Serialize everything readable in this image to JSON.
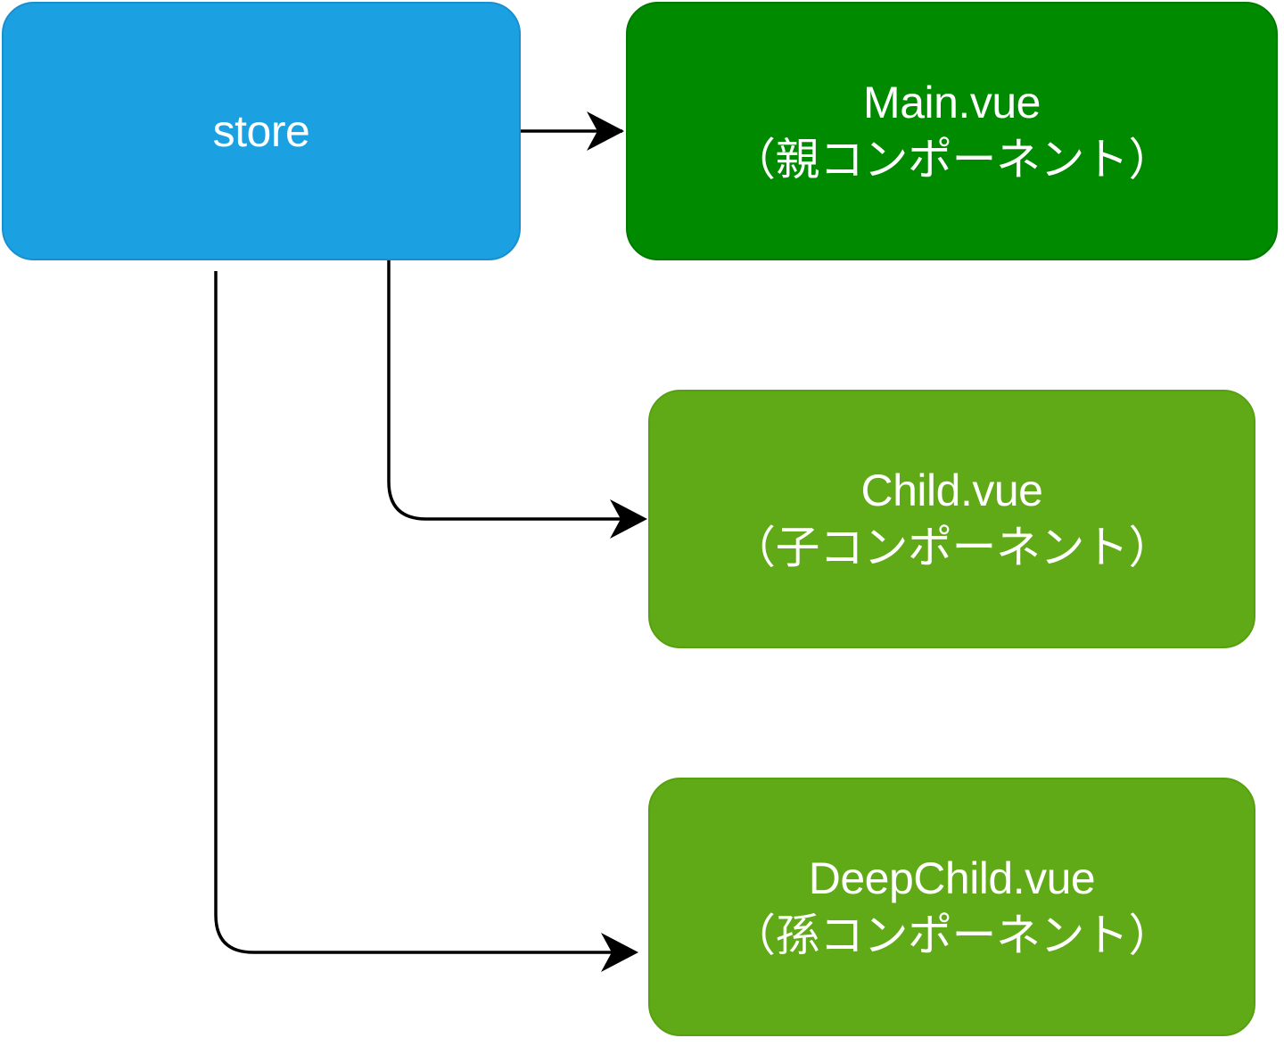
{
  "nodes": {
    "store": {
      "label": "store",
      "color": "#1ba1e2"
    },
    "main": {
      "line1": "Main.vue",
      "line2": "（親コンポーネント）",
      "color": "#008a00"
    },
    "child": {
      "line1": "Child.vue",
      "line2": "（子コンポーネント）",
      "color": "#60a917"
    },
    "deep_child": {
      "line1": "DeepChild.vue",
      "line2": "（孫コンポーネント）",
      "color": "#60a917"
    }
  },
  "edges": [
    {
      "from": "store",
      "to": "main"
    },
    {
      "from": "store",
      "to": "child"
    },
    {
      "from": "store",
      "to": "deep_child"
    }
  ]
}
